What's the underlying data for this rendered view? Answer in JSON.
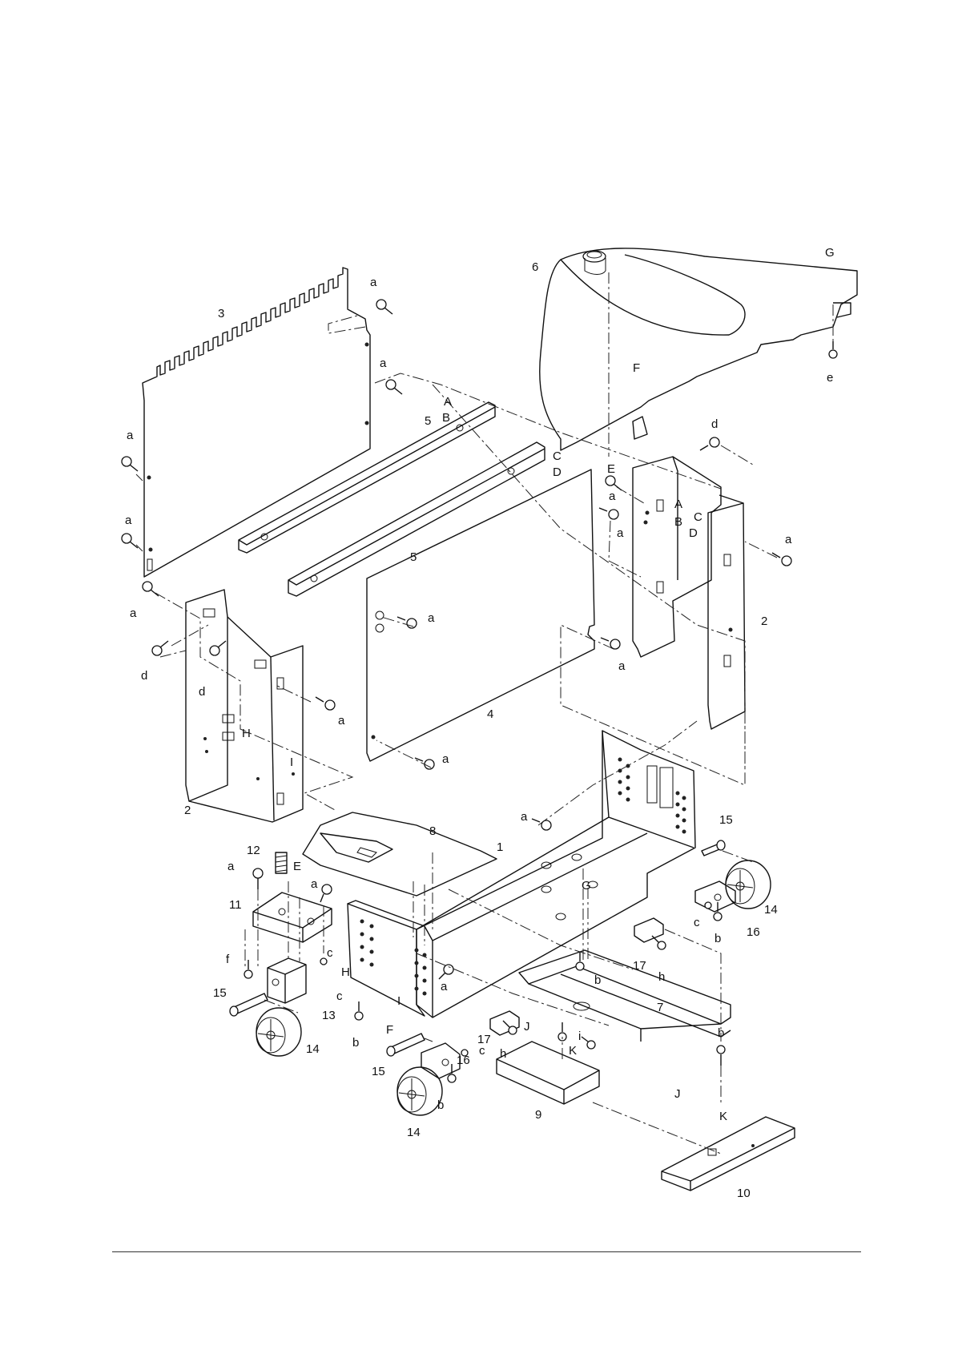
{
  "labels": {
    "n1": "1",
    "n2": "2",
    "n3": "3",
    "n4": "4",
    "n5": "5",
    "n6": "6",
    "n7": "7",
    "n8": "8",
    "n9": "9",
    "n10": "10",
    "n11": "11",
    "n12": "12",
    "n13": "13",
    "n14": "14",
    "n15": "15",
    "n16": "16",
    "n17": "17",
    "A": "A",
    "B": "B",
    "C": "C",
    "D": "D",
    "E": "E",
    "F": "F",
    "G": "G",
    "H": "H",
    "I": "I",
    "J": "J",
    "K": "K",
    "a": "a",
    "b": "b",
    "c": "c",
    "d": "d",
    "e": "e",
    "f": "f",
    "h": "h",
    "i": "i"
  }
}
